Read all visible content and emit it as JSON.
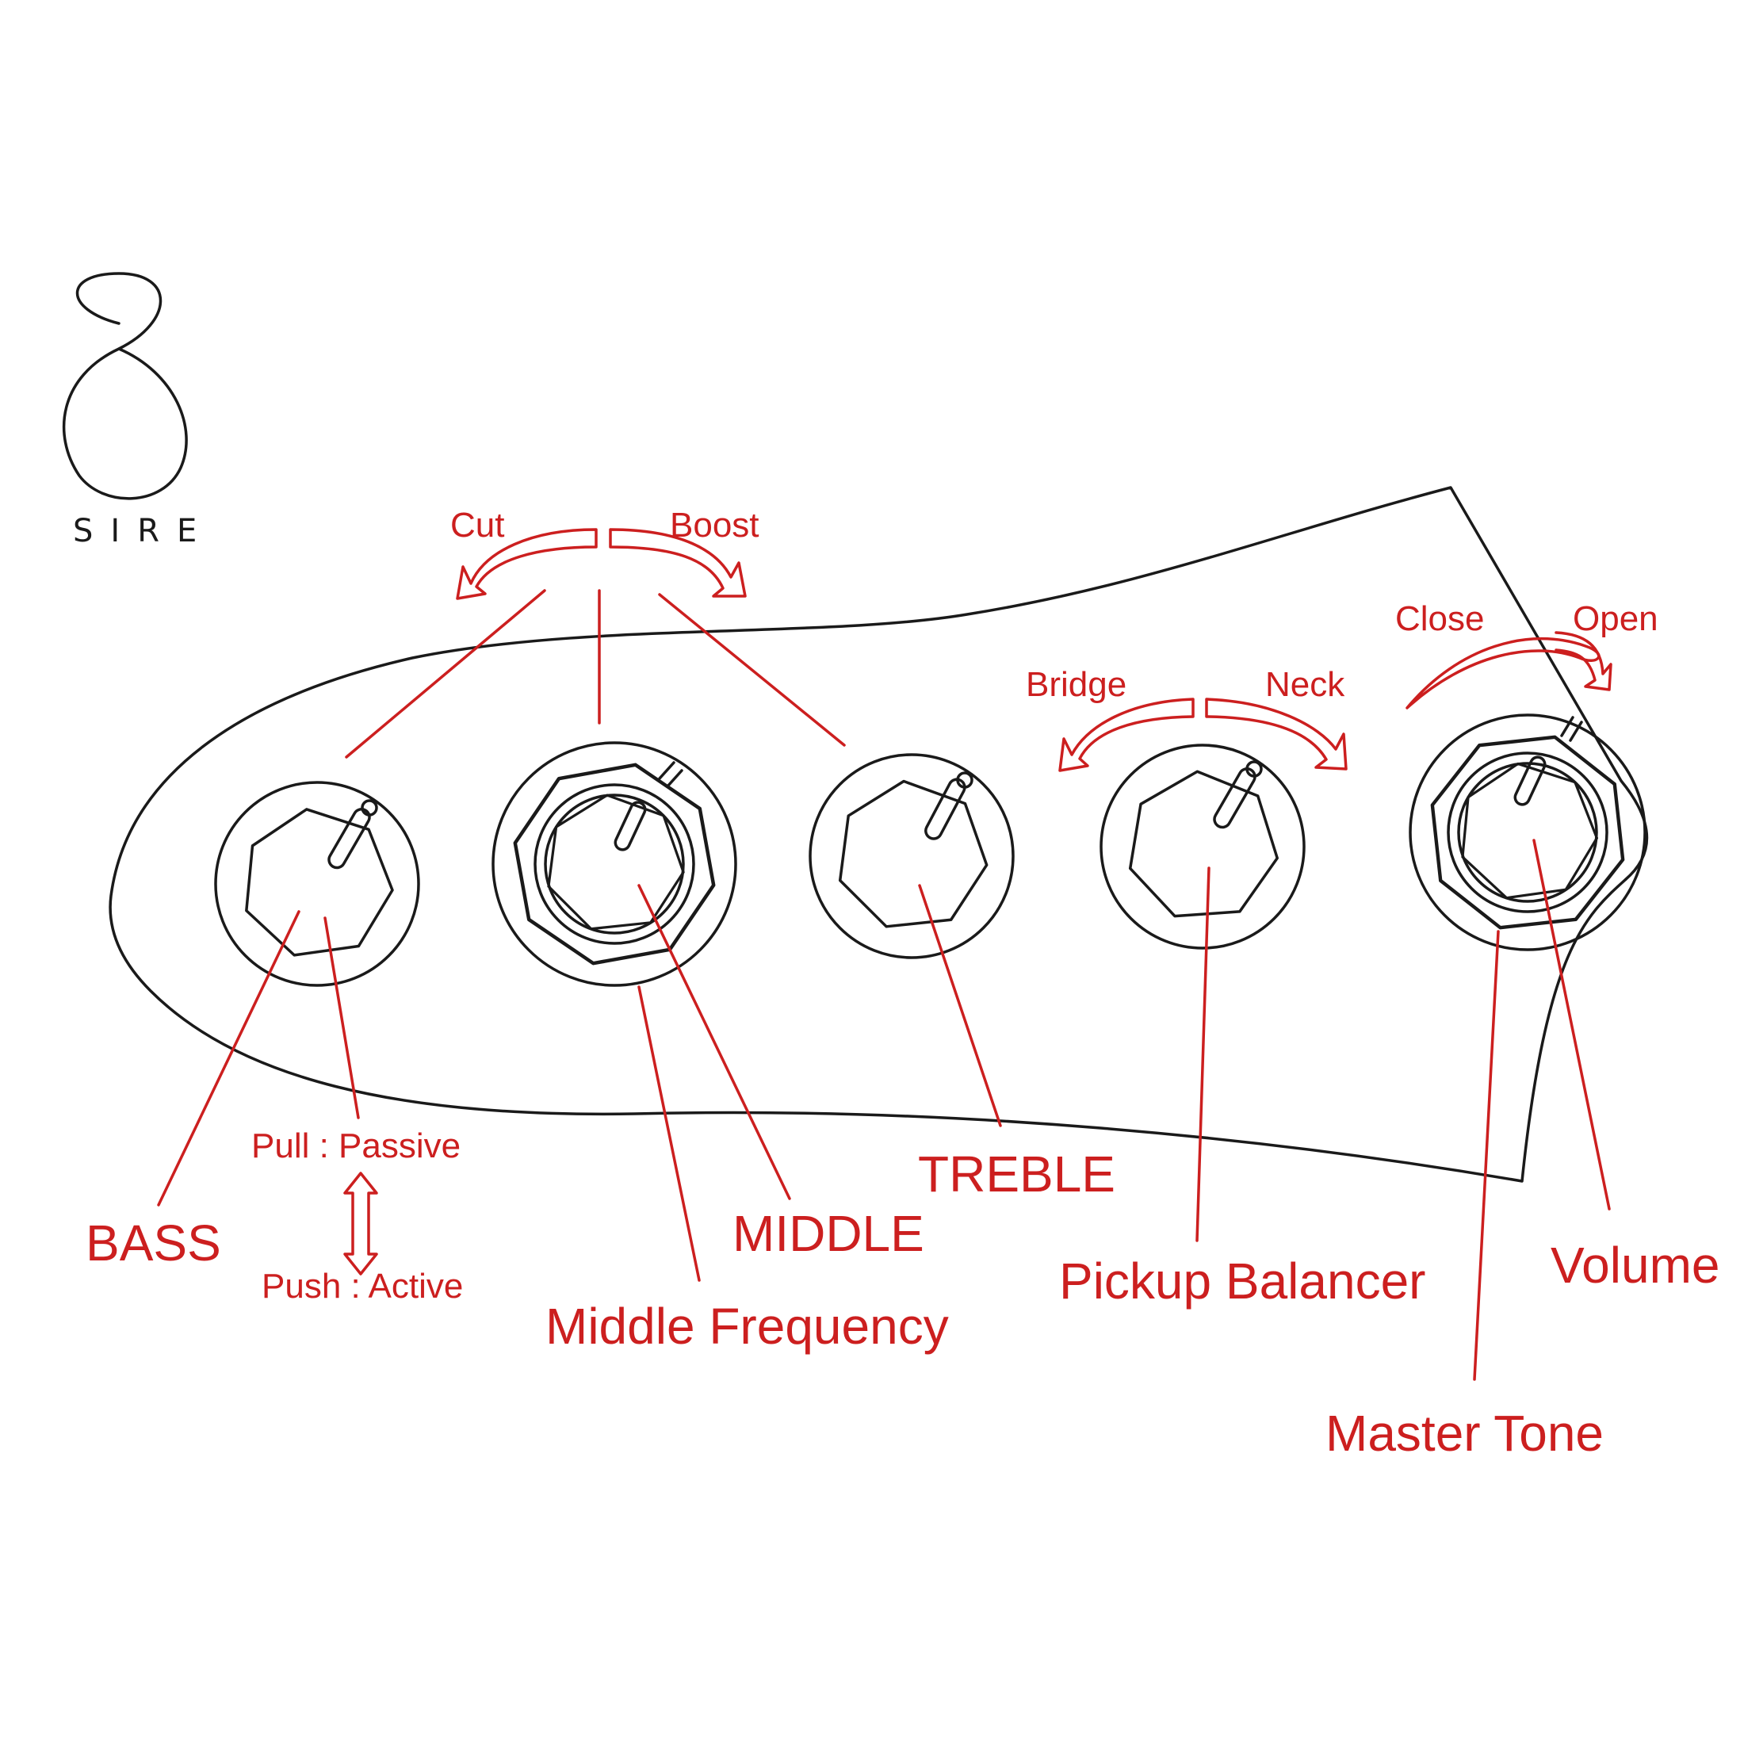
{
  "brand": {
    "logo_icon": "sire-s-icon",
    "name": "SIRE"
  },
  "colors": {
    "annotation": "#cc1f1f",
    "outline": "#1a1a1a",
    "background": "#ffffff"
  },
  "labels": {
    "bass": "BASS",
    "pull_passive": "Pull : Passive",
    "push_active": "Push : Active",
    "middle": "MIDDLE",
    "middle_frequency": "Middle Frequency",
    "treble": "TREBLE",
    "pickup_balancer": "Pickup Balancer",
    "master_tone": "Master Tone",
    "volume": "Volume"
  },
  "direction_labels": {
    "cut": "Cut",
    "boost": "Boost",
    "bridge": "Bridge",
    "neck": "Neck",
    "close": "Close",
    "open": "Open"
  }
}
